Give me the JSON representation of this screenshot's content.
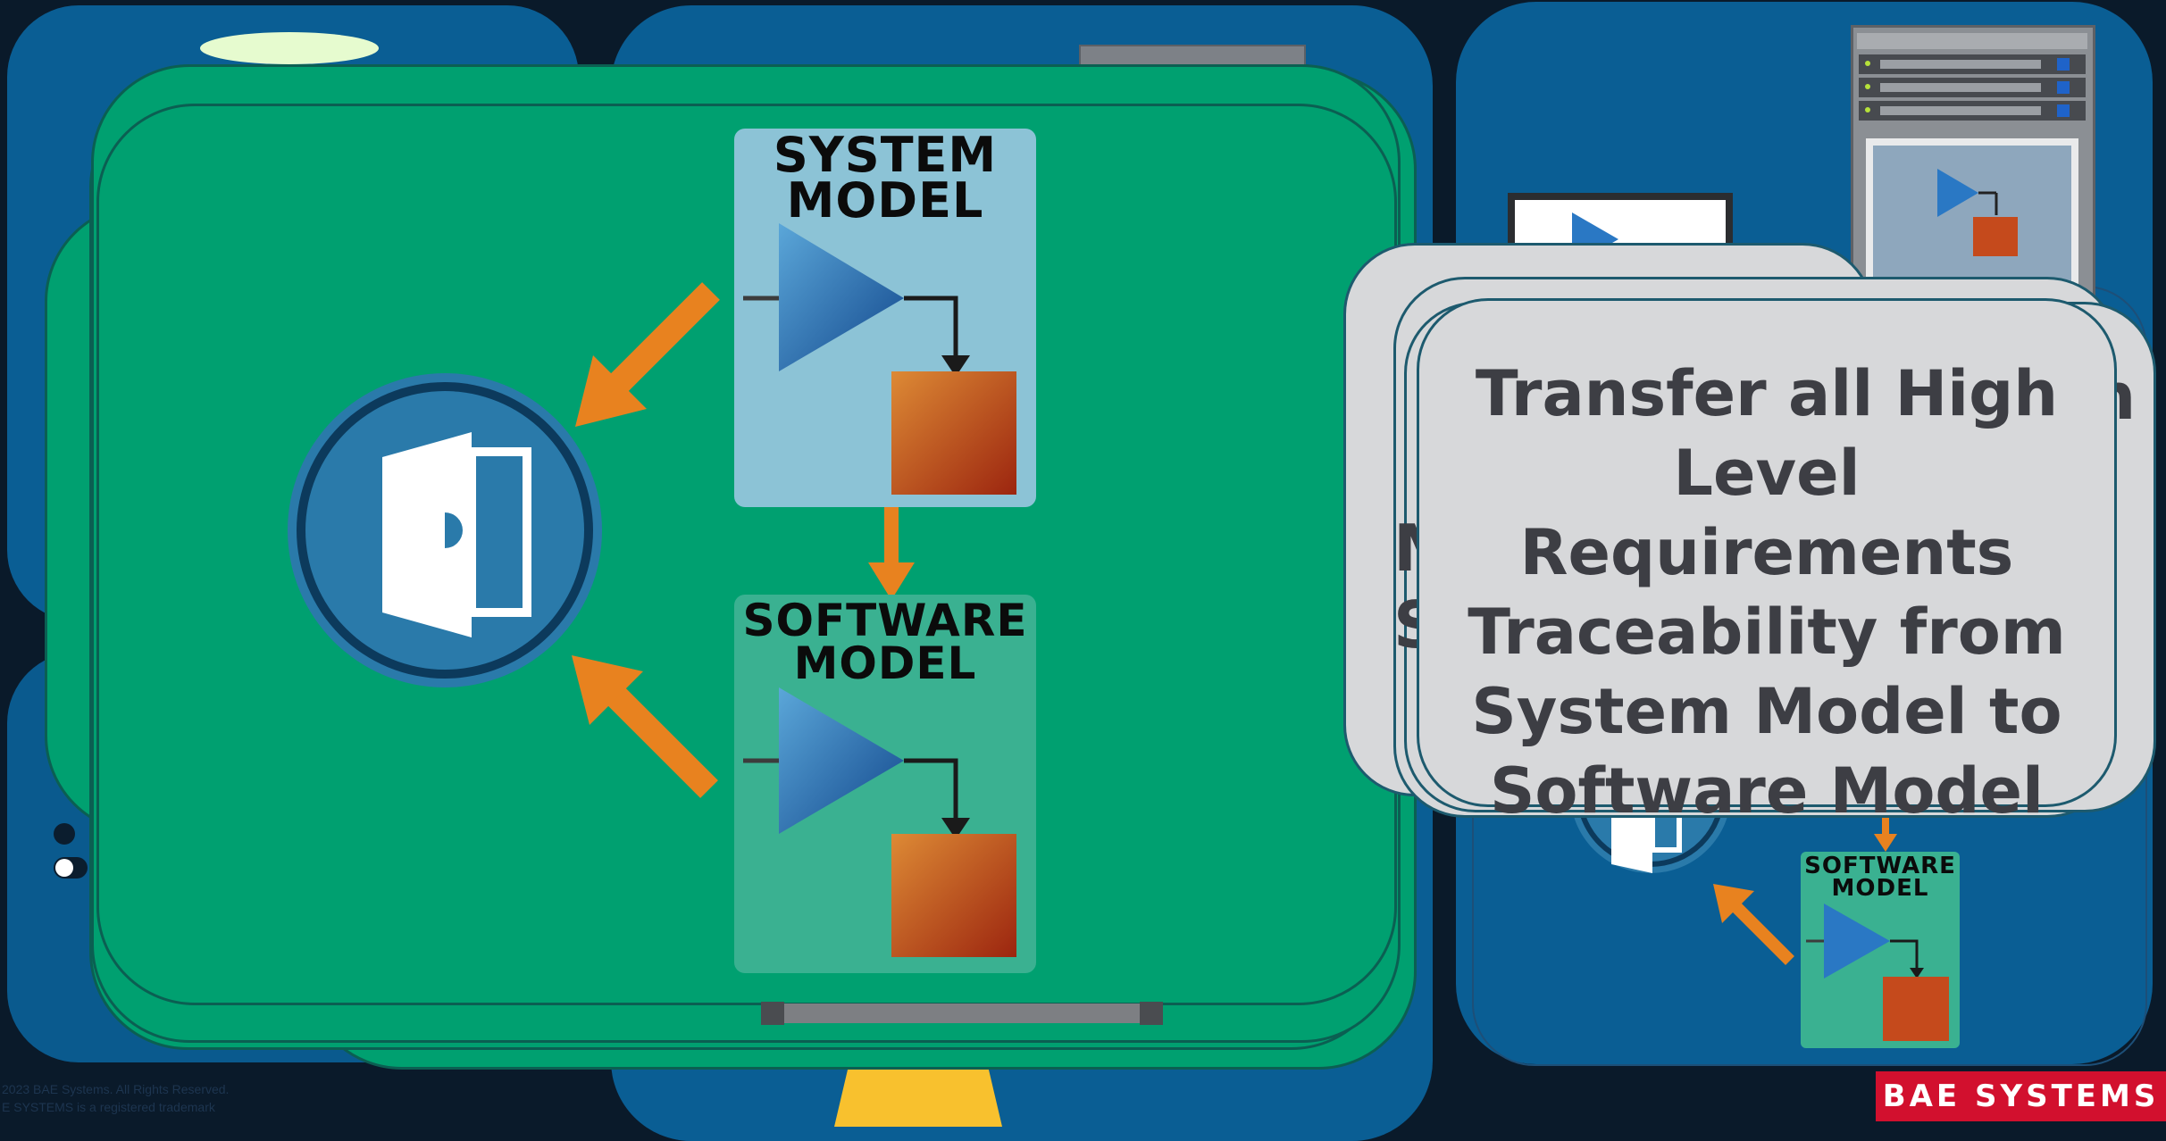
{
  "diagram": {
    "system_model_title": "SYSTEM MODEL",
    "software_model_title": "SOFTWARE MODEL",
    "callout_text": "Transfer all High Level Requirements Traceability from System Model to Software Model",
    "right_panel_software_title": "SOFTWARE MODEL",
    "brand_logo": "BAE SYSTEMS",
    "copyright_line_1": "2023 BAE Systems. All Rights Reserved.",
    "copyright_line_2": "E SYSTEMS is a registered trademark",
    "obscured_glyph_1": "M",
    "obscured_glyph_2": "S",
    "obscured_glyph_3": "n"
  },
  "colors": {
    "green": "#00a070",
    "system_box": "#8cc3d6",
    "software_box": "#3ab191",
    "arrow": "#e8821f",
    "door_circle": "#2a7aaa",
    "callout_bg": "#d7d8da",
    "brand_red": "#d2102e"
  },
  "icons": [
    "door-open-icon",
    "amplifier-triangle-icon",
    "block-square-icon",
    "server-rack-icon",
    "monitor-icon"
  ]
}
